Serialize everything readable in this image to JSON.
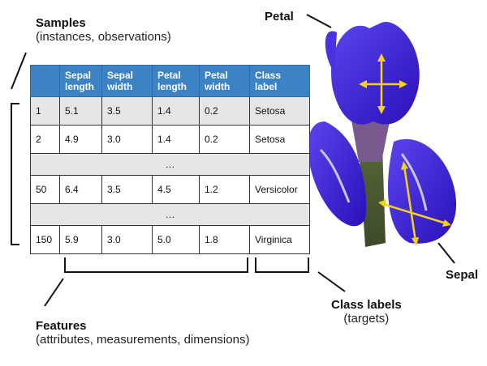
{
  "labels": {
    "samples_title": "Samples",
    "samples_sub": "(instances, observations)",
    "features_title": "Features",
    "features_sub": "(attributes, measurements, dimensions)",
    "class_title": "Class labels",
    "class_sub": "(targets)",
    "petal": "Petal",
    "sepal": "Sepal"
  },
  "table": {
    "headers": [
      "",
      "Sepal length",
      "Sepal width",
      "Petal length",
      "Petal width",
      "Class label"
    ],
    "rows": [
      [
        "1",
        "5.1",
        "3.5",
        "1.4",
        "0.2",
        "Setosa"
      ],
      [
        "2",
        "4.9",
        "3.0",
        "1.4",
        "0.2",
        "Setosa"
      ],
      [
        "…"
      ],
      [
        "50",
        "6.4",
        "3.5",
        "4.5",
        "1.2",
        "Versicolor"
      ],
      [
        "…"
      ],
      [
        "150",
        "5.9",
        "3.0",
        "5.0",
        "1.8",
        "Virginica"
      ]
    ]
  },
  "colors": {
    "header": "#3b83c5",
    "petal": "#3d22d6",
    "arrow": "#f2d21b"
  }
}
